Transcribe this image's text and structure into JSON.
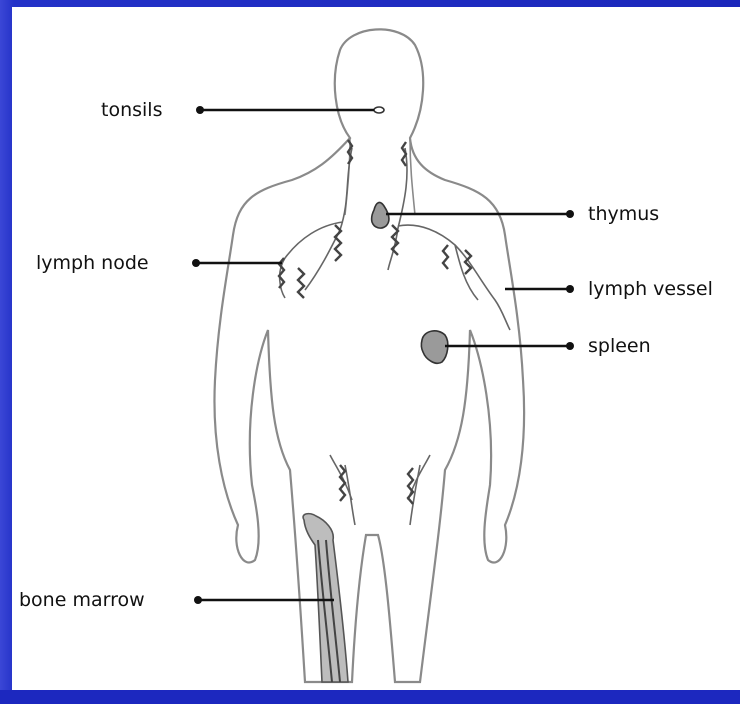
{
  "diagram": {
    "labels": {
      "tonsils": "tonsils",
      "thymus": "thymus",
      "lymph_node": "lymph node",
      "lymph_vessel": "lymph vessel",
      "spleen": "spleen",
      "bone_marrow": "bone marrow"
    },
    "colors": {
      "background_frame": "#1f2ec4",
      "panel": "#ffffff",
      "outline": "#8a8a8a",
      "leader_line": "#111111",
      "organ_fill": "#9a9a9a"
    }
  }
}
